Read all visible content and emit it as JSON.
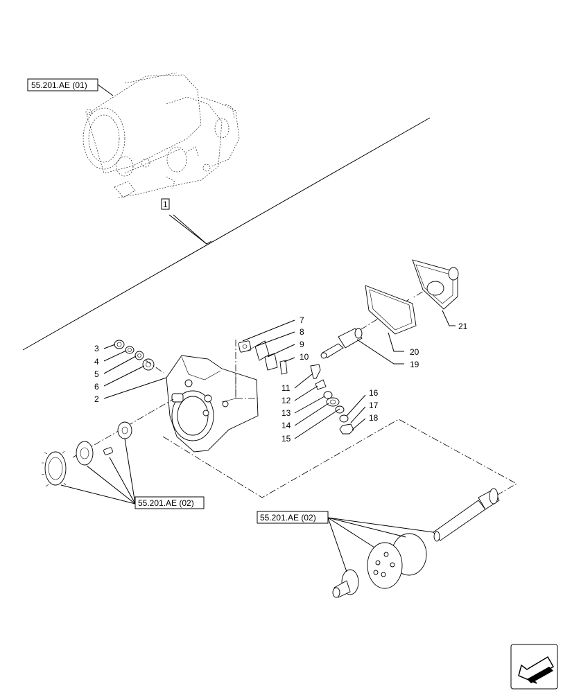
{
  "refs": {
    "top": "55.201.AE (01)",
    "left": "55.201.AE (02)",
    "bottom": "55.201.AE (02)"
  },
  "callout_main": "1",
  "parts": [
    "2",
    "3",
    "4",
    "5",
    "6",
    "7",
    "8",
    "9",
    "10",
    "11",
    "12",
    "13",
    "14",
    "15",
    "16",
    "17",
    "18",
    "19",
    "20",
    "21"
  ],
  "icons": {
    "nav": "next-page-arrow-icon"
  }
}
